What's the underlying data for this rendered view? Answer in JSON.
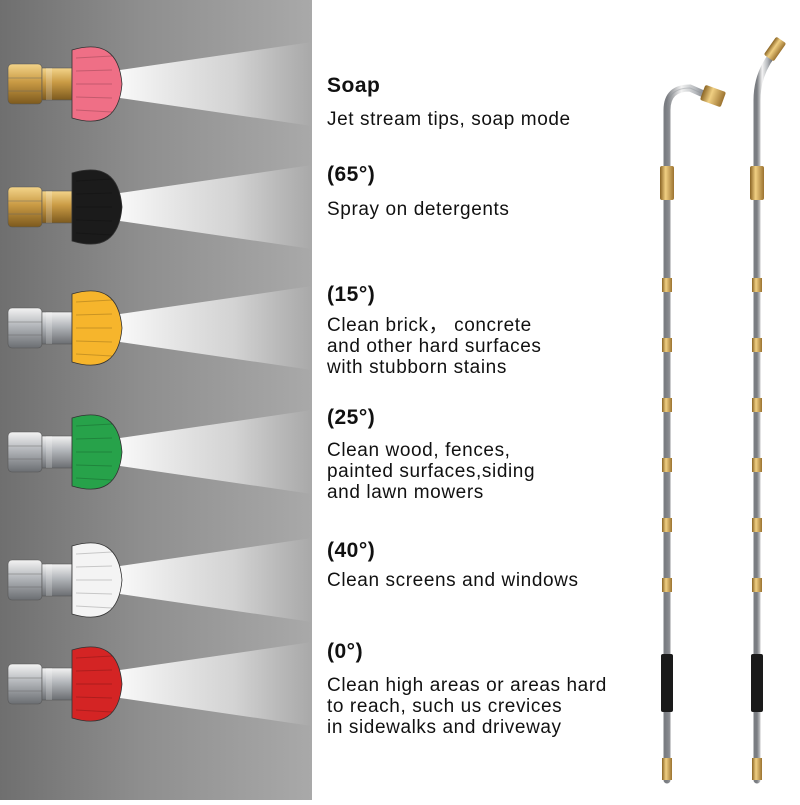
{
  "nozzles": [
    {
      "heading": "Soap",
      "description": [
        "Jet stream tips, soap mode"
      ],
      "color": "#ef6f86",
      "body": "brass"
    },
    {
      "heading": "(65°)",
      "description": [
        "Spray on detergents"
      ],
      "color": "#1b1b1b",
      "body": "brass"
    },
    {
      "heading": "(15°)",
      "description": [
        "Clean brick， concrete",
        "and other hard surfaces",
        "with stubborn stains"
      ],
      "color": "#f6b52c",
      "body": "steel"
    },
    {
      "heading": "(25°)",
      "description": [
        "Clean wood, fences,",
        "painted surfaces,siding",
        "and lawn mowers"
      ],
      "color": "#27a24a",
      "body": "steel"
    },
    {
      "heading": "(40°)",
      "description": [
        "Clean screens and windows"
      ],
      "color": "#f4f4f4",
      "body": "steel"
    },
    {
      "heading": "(0°)",
      "description": [
        "Clean high areas or areas hard",
        "to reach, such us crevices",
        "in sidewalks and driveway"
      ],
      "color": "#d42424",
      "body": "steel"
    }
  ],
  "colors": {
    "panel_gray": "#8f8f8f",
    "brass": "#c99a44",
    "steel": "#b9bcc0",
    "grip": "#1a1a1a"
  }
}
